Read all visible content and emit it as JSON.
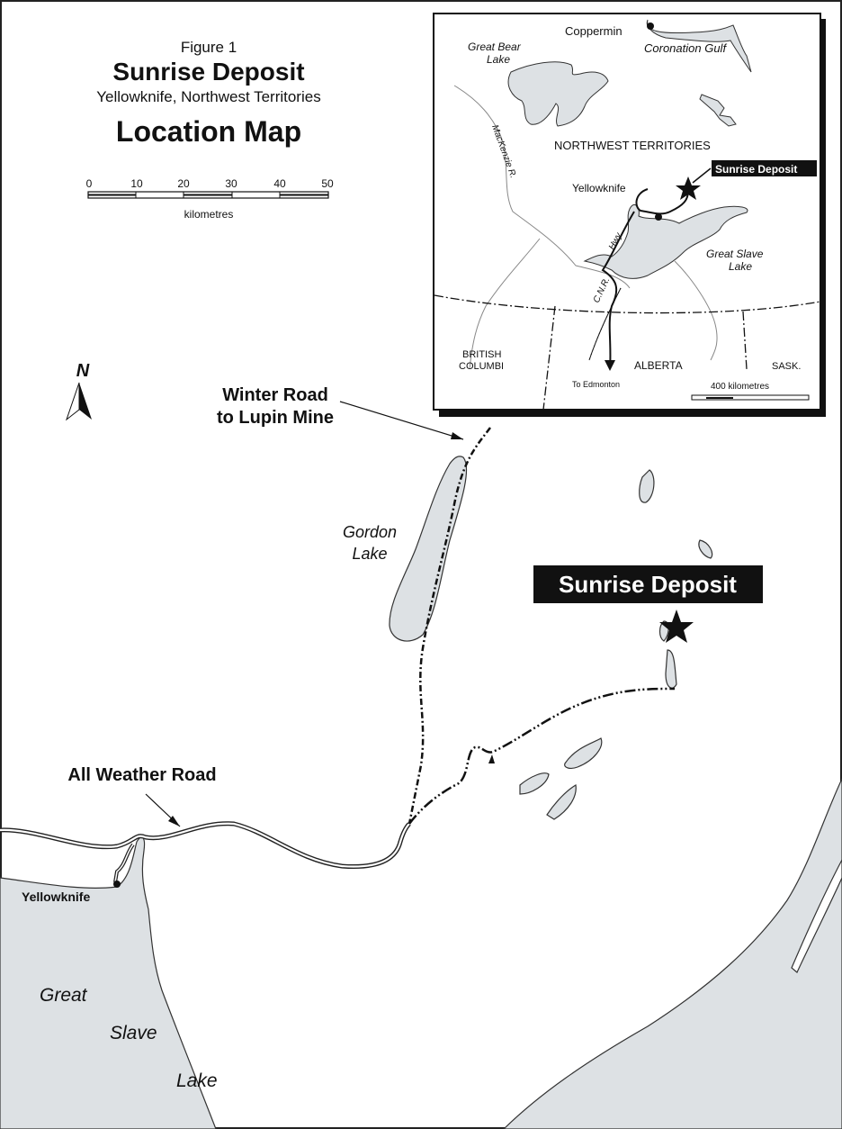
{
  "title": {
    "figure": "Figure 1",
    "deposit": "Sunrise Deposit",
    "location": "Yellowknife, Northwest Territories",
    "map_type": "Location Map"
  },
  "scale_bar": {
    "ticks": [
      "0",
      "10",
      "20",
      "30",
      "40",
      "50"
    ],
    "unit": "kilometres"
  },
  "north_arrow": {
    "label": "N"
  },
  "main_map": {
    "winter_road": "Winter Road",
    "winter_road_2": "to Lupin Mine",
    "gordon_lake": "Gordon",
    "gordon_lake_2": "Lake",
    "deposit_label": "Sunrise Deposit",
    "all_weather_road": "All Weather Road",
    "yellowknife": "Yellowknife",
    "great_slave_1": "Great",
    "great_slave_2": "Slave",
    "great_slave_3": "Lake"
  },
  "inset": {
    "coppermin": "Coppermin",
    "coronation_gulf": "Coronation Gulf",
    "great_bear_1": "Great Bear",
    "great_bear_2": "Lake",
    "mackenzie": "MacKenzie R.",
    "nwt": "NORTHWEST TERRITORIES",
    "deposit": "Sunrise Deposit",
    "yellowknife": "Yellowknife",
    "hwy": "Hwy",
    "cnr": "C.N.R.",
    "great_slave_1": "Great Slave",
    "great_slave_2": "Lake",
    "bc_1": "BRITISH",
    "bc_2": "COLUMBI",
    "alberta": "ALBERTA",
    "sask": "SASK.",
    "to_edmonton": "To Edmonton",
    "scale": "400 kilometres"
  },
  "colors": {
    "water": "#dde1e4",
    "ink": "#111111"
  }
}
